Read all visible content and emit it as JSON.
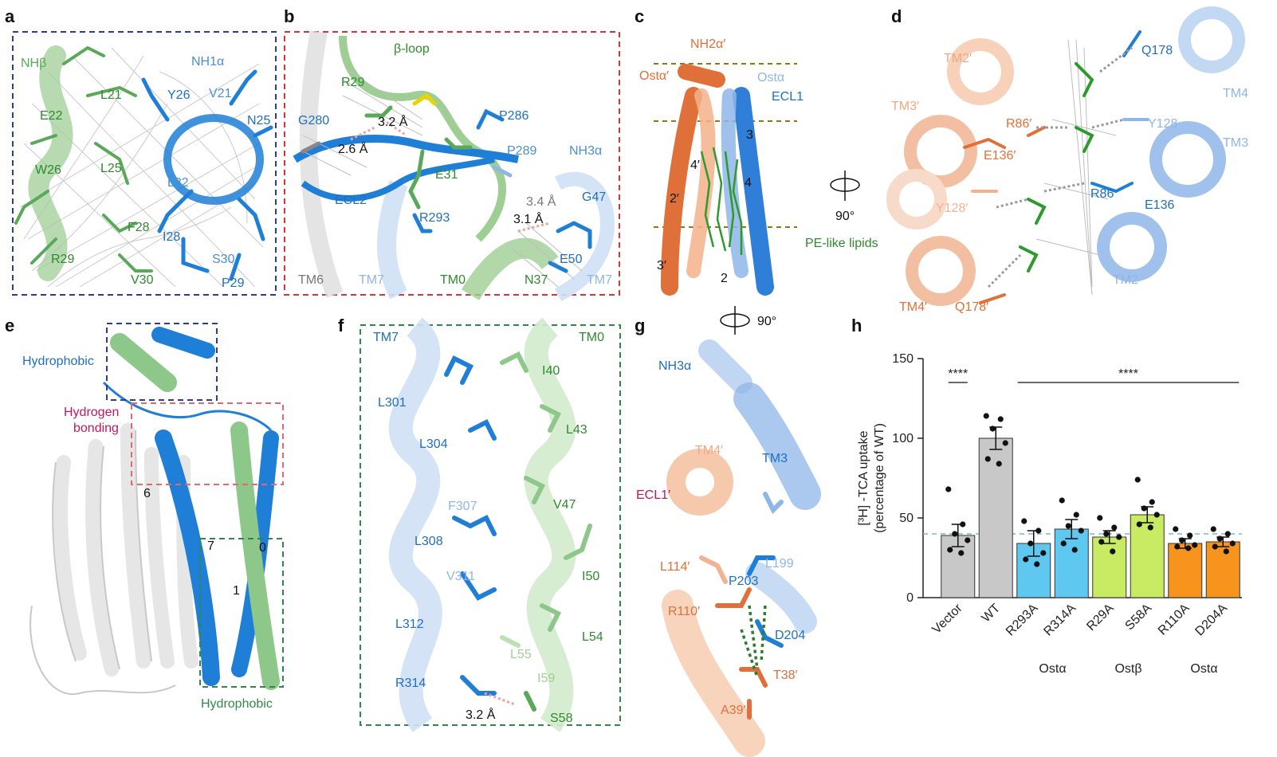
{
  "colors": {
    "ostA": "#1f7fd6",
    "ostA_light": "#8fb6e8",
    "ostB": "#3a9a3a",
    "ostB_light": "#9fce95",
    "ostA2": "#e07a45",
    "ostA2_light": "#f0b492",
    "grey": "#9a9a9a",
    "boxBlue": "#2b3aa6",
    "boxRed": "#d8343b",
    "boxGreen": "#2f8a48",
    "magenta": "#c2185b"
  },
  "panels": {
    "a": {
      "letter": "a",
      "labels": [
        "NHβ",
        "NH1α",
        "L21",
        "Y26",
        "V21",
        "E22",
        "N25",
        "L22",
        "W26",
        "L25",
        "F28",
        "I28",
        "R29",
        "S30",
        "V30",
        "P29"
      ]
    },
    "b": {
      "letter": "b",
      "labels": [
        "β-loop",
        "R29",
        "P286",
        "G280",
        "3.2 Å",
        "2.6 Å",
        "P289",
        "NH3α",
        "E31",
        "ECL2",
        "3.4 Å",
        "G47",
        "R293",
        "3.1 Å",
        "E50",
        "N37",
        "TM6",
        "TM7",
        "TM0",
        "TM7"
      ]
    },
    "c": {
      "letter": "c",
      "labels": [
        "NH2α′",
        "Ostα′",
        "Ostα",
        "ECL1",
        "3",
        "4′",
        "4",
        "2′",
        "3′",
        "2",
        "PE-like lipids"
      ],
      "rotation": "90°"
    },
    "d": {
      "letter": "d",
      "labels": [
        "TM2′",
        "Q178",
        "TM4",
        "TM3′",
        "R86′",
        "Y128",
        "E136′",
        "TM3",
        "Y128′",
        "R86",
        "E136",
        "TM4′",
        "Q178′",
        "TM2"
      ]
    },
    "e": {
      "letter": "e",
      "labels": [
        "Hydrophobic",
        "Hydrogen bonding",
        "6",
        "7",
        "0",
        "1",
        "Hydrophobic"
      ]
    },
    "f": {
      "letter": "f",
      "labels": [
        "TM7",
        "TM0",
        "I40",
        "L301",
        "L43",
        "L304",
        "F307",
        "V47",
        "L308",
        "V311",
        "I50",
        "L312",
        "L54",
        "L55",
        "I59",
        "R314",
        "3.2 Å",
        "S58"
      ]
    },
    "g": {
      "letter": "g",
      "rotation": "90°",
      "labels": [
        "NH3α",
        "TM4′",
        "TM3",
        "ECL1′",
        "L114′",
        "L199",
        "P203",
        "R110′",
        "D204",
        "T38′",
        "A39′"
      ]
    },
    "h": {
      "letter": "h"
    }
  },
  "chart_data": {
    "type": "bar",
    "categories": [
      "Vector",
      "WT",
      "R293A",
      "R314A",
      "R29A",
      "S58A",
      "R110A",
      "D204A"
    ],
    "values": [
      39,
      100,
      34,
      43,
      38,
      52,
      34,
      35
    ],
    "errors": [
      7,
      7,
      8,
      6,
      4,
      5,
      3,
      3
    ],
    "points": [
      [
        68,
        46,
        40,
        36,
        30,
        28
      ],
      [
        114,
        112,
        106,
        97,
        87,
        84
      ],
      [
        48,
        42,
        34,
        28,
        24,
        21
      ],
      [
        61,
        52,
        45,
        42,
        34,
        30
      ],
      [
        50,
        44,
        40,
        38,
        35,
        29
      ],
      [
        74,
        60,
        56,
        52,
        46,
        44
      ],
      [
        43,
        39,
        36,
        33,
        32,
        31
      ],
      [
        43,
        40,
        37,
        34,
        32,
        29
      ]
    ],
    "bar_colors": [
      "#c8c8c8",
      "#c8c8c8",
      "#5ec8f0",
      "#5ec8f0",
      "#c9ea63",
      "#c9ea63",
      "#f7941d",
      "#f7941d"
    ],
    "ylabel_lines": [
      "[³H] -TCA uptake",
      "(percentage of WT)"
    ],
    "yticks": [
      0,
      50,
      100,
      150
    ],
    "ylim": [
      0,
      150
    ],
    "reference_line": 40,
    "significance": [
      {
        "label": "****",
        "from": 0,
        "to": 0
      },
      {
        "label": "****",
        "from": 2,
        "to": 7
      }
    ],
    "groups": [
      {
        "label": "Ostα",
        "from": 2,
        "to": 3,
        "color": "#3aa6d8"
      },
      {
        "label": "Ostβ",
        "from": 4,
        "to": 5,
        "color": "#2e9a48"
      },
      {
        "label": "Ostα",
        "from": 6,
        "to": 7,
        "color": "#e07a45"
      }
    ]
  }
}
